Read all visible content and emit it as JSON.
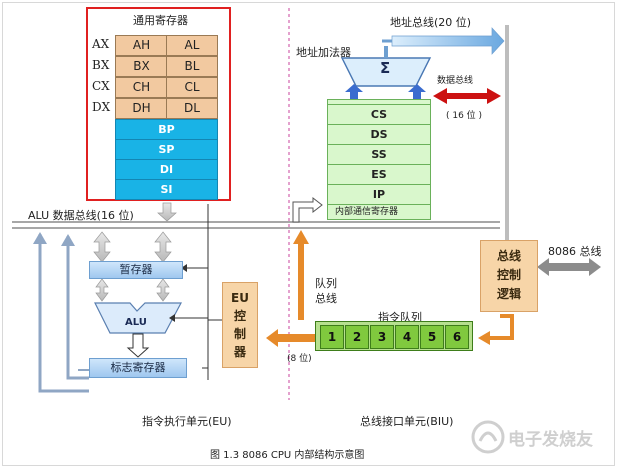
{
  "general_registers": {
    "title": "通用寄存器",
    "row_labels": [
      "AX",
      "BX",
      "CX",
      "DX"
    ],
    "rows": [
      [
        "AH",
        "AL"
      ],
      [
        "BX",
        "BL"
      ],
      [
        "CH",
        "CL"
      ],
      [
        "DH",
        "DL"
      ]
    ],
    "pointer_regs": [
      "BP",
      "SP",
      "DI",
      "SI"
    ]
  },
  "alu_bus_label": "ALU 数据总线(16 位)",
  "temp_register": "暂存器",
  "alu": "ALU",
  "flags_register": "标志寄存器",
  "eu_control": [
    "EU",
    "控",
    "制",
    "器"
  ],
  "address_bus_label": "地址总线(20 位)",
  "address_adder": {
    "label": "地址加法器",
    "symbol": "Σ"
  },
  "data_bus": {
    "label": "数据总线",
    "width": "( 16 位 )"
  },
  "segment_registers": [
    "CS",
    "DS",
    "SS",
    "ES",
    "IP"
  ],
  "internal_regs_label": "内部通信寄存器",
  "queue_bus_label": [
    "队列",
    "总线"
  ],
  "instruction_queue": {
    "label": "指令队列",
    "cells": [
      "1",
      "2",
      "3",
      "4",
      "5",
      "6"
    ]
  },
  "eight_bit_label": "(8 位)",
  "bus_control": [
    "总线",
    "控制",
    "逻辑"
  ],
  "bus_8086_label": "8086 总线",
  "eu_title": "指令执行单元(EU)",
  "biu_title": "总线接口单元(BIU)",
  "caption": "图 1.3   8086 CPU 内部结构示意图",
  "watermark": "电子发烧友",
  "colors": {
    "register_orange": "#f2c9a0",
    "register_blue": "#19b3e6",
    "segment_green": "#d9f7cc",
    "queue_green": "#80c93e",
    "highlight_red": "#e02020",
    "data_bus_arrow": "#cc1111",
    "eu_arrow_orange": "#e68a2a"
  }
}
